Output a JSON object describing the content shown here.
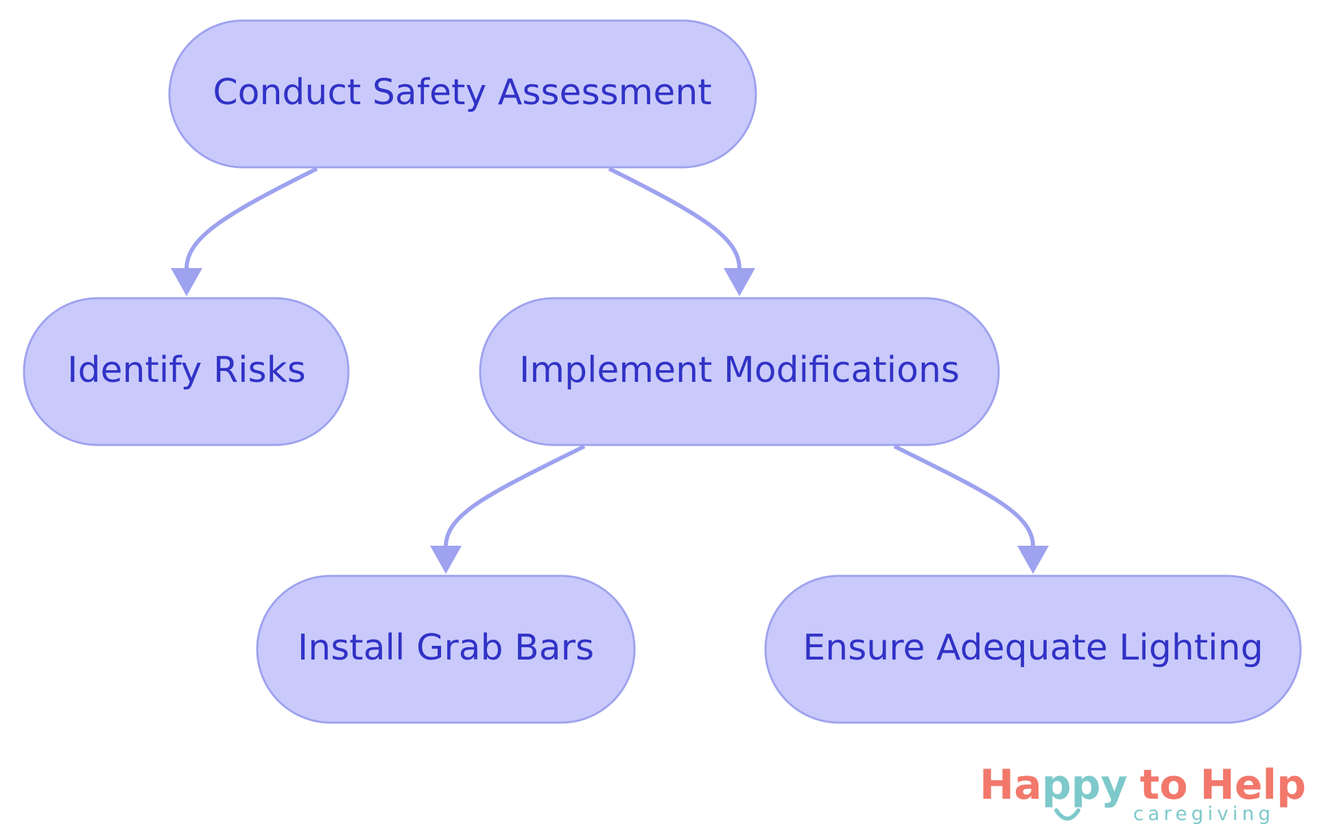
{
  "diagram": {
    "nodes": [
      {
        "id": "conduct",
        "label": "Conduct Safety Assessment"
      },
      {
        "id": "identify",
        "label": "Identify Risks"
      },
      {
        "id": "implement",
        "label": "Implement Modifications"
      },
      {
        "id": "grab",
        "label": "Install Grab Bars"
      },
      {
        "id": "lighting",
        "label": "Ensure Adequate Lighting"
      }
    ],
    "edges": [
      {
        "from": "conduct",
        "to": "identify"
      },
      {
        "from": "conduct",
        "to": "implement"
      },
      {
        "from": "implement",
        "to": "grab"
      },
      {
        "from": "implement",
        "to": "lighting"
      }
    ],
    "colors": {
      "node_fill": "#c9cafb",
      "node_stroke": "#9ea2ef",
      "text": "#3132c6",
      "edge": "#9ea2ef"
    }
  },
  "logo": {
    "word_happy_ha": "Ha",
    "word_happy_ppy": "ppy",
    "word_to": "to",
    "word_help": "Help",
    "subtitle": "caregiving",
    "colors": {
      "primary": "#f2786b",
      "accent": "#7ec9cb"
    }
  }
}
